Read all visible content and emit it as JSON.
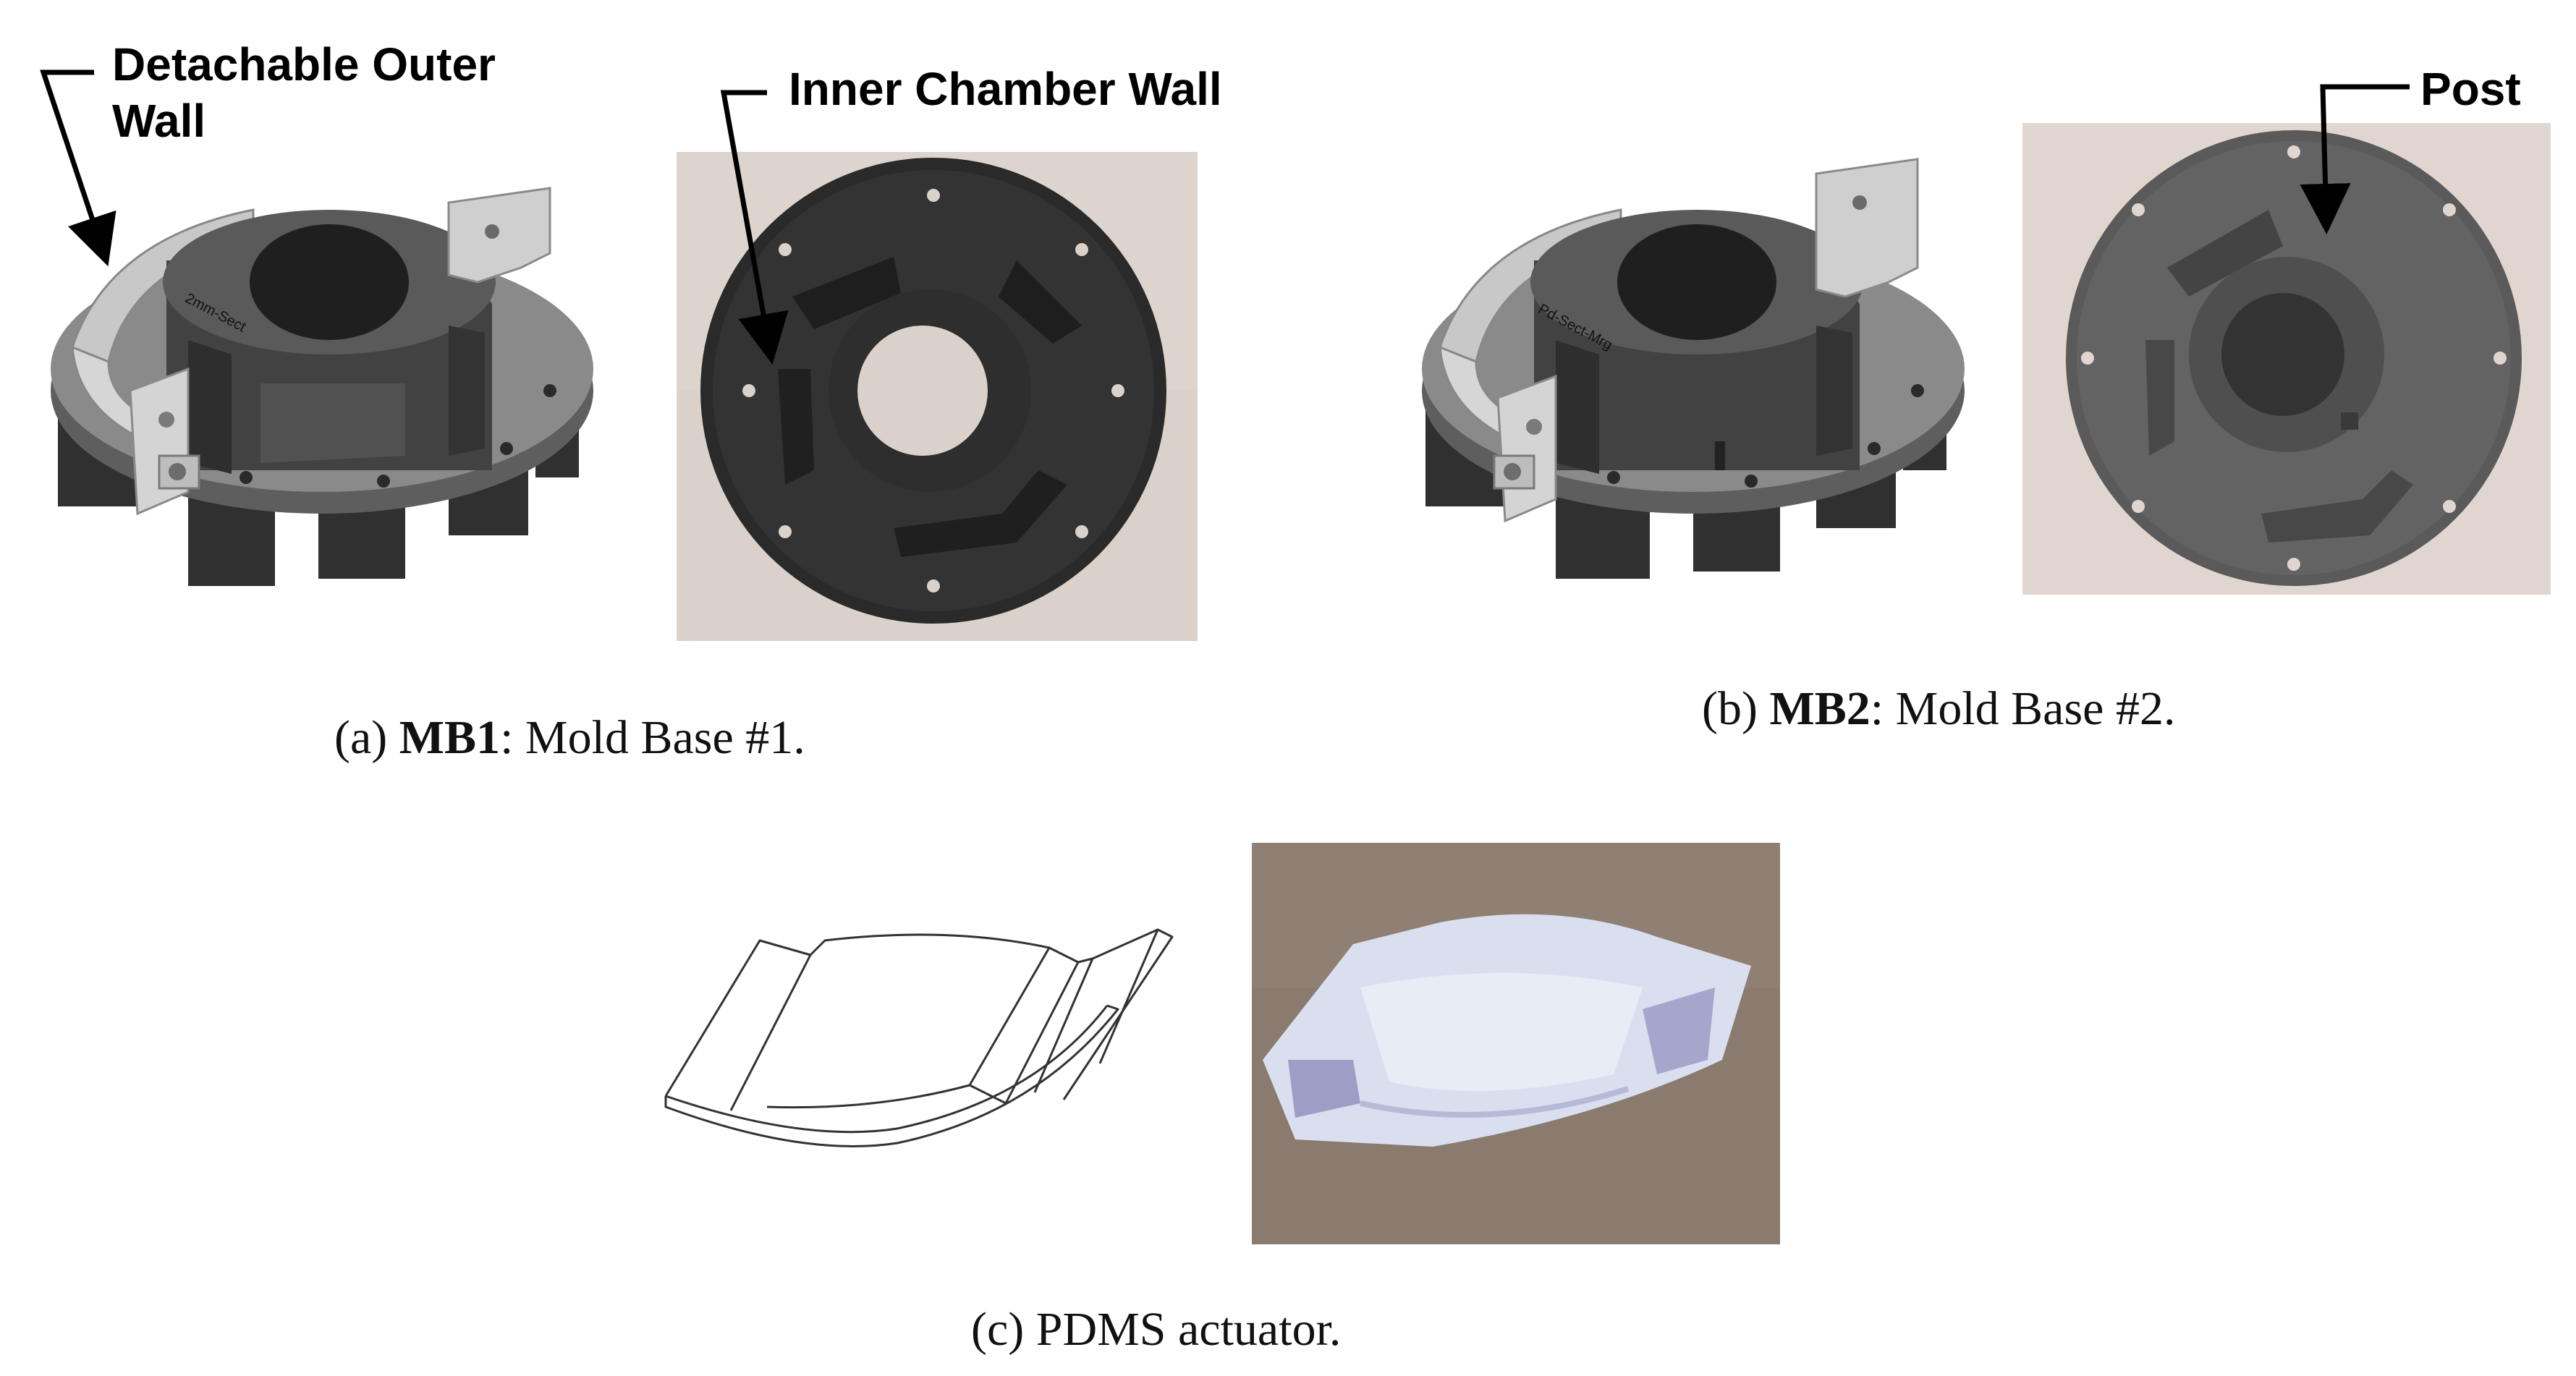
{
  "figure": {
    "callouts": {
      "outer_wall_line1": "Detachable Outer",
      "outer_wall_line2": "Wall",
      "inner_chamber": "Inner Chamber Wall",
      "post": "Post"
    },
    "captions": {
      "a": {
        "prefix": "(a) ",
        "bold": "MB1",
        "rest": ": Mold Base #1."
      },
      "b": {
        "prefix": "(b) ",
        "bold": "MB2",
        "rest": ": Mold Base #2."
      },
      "c": {
        "text": "(c)  PDMS actuator."
      }
    },
    "engraved_text": {
      "mb1_label": "2mm-Sect",
      "mb2_label": "Pd-Sect-Mrg"
    }
  },
  "colors": {
    "photo_background": "#d8cfc7",
    "mb1_print": "#2c2c2c",
    "mb2_print": "#5a5a5a",
    "cad_dark": "#3d3d3d",
    "cad_light": "#bfbfbf",
    "actuator_bg": "#8b7c6f",
    "actuator": "#dfe3ef"
  }
}
